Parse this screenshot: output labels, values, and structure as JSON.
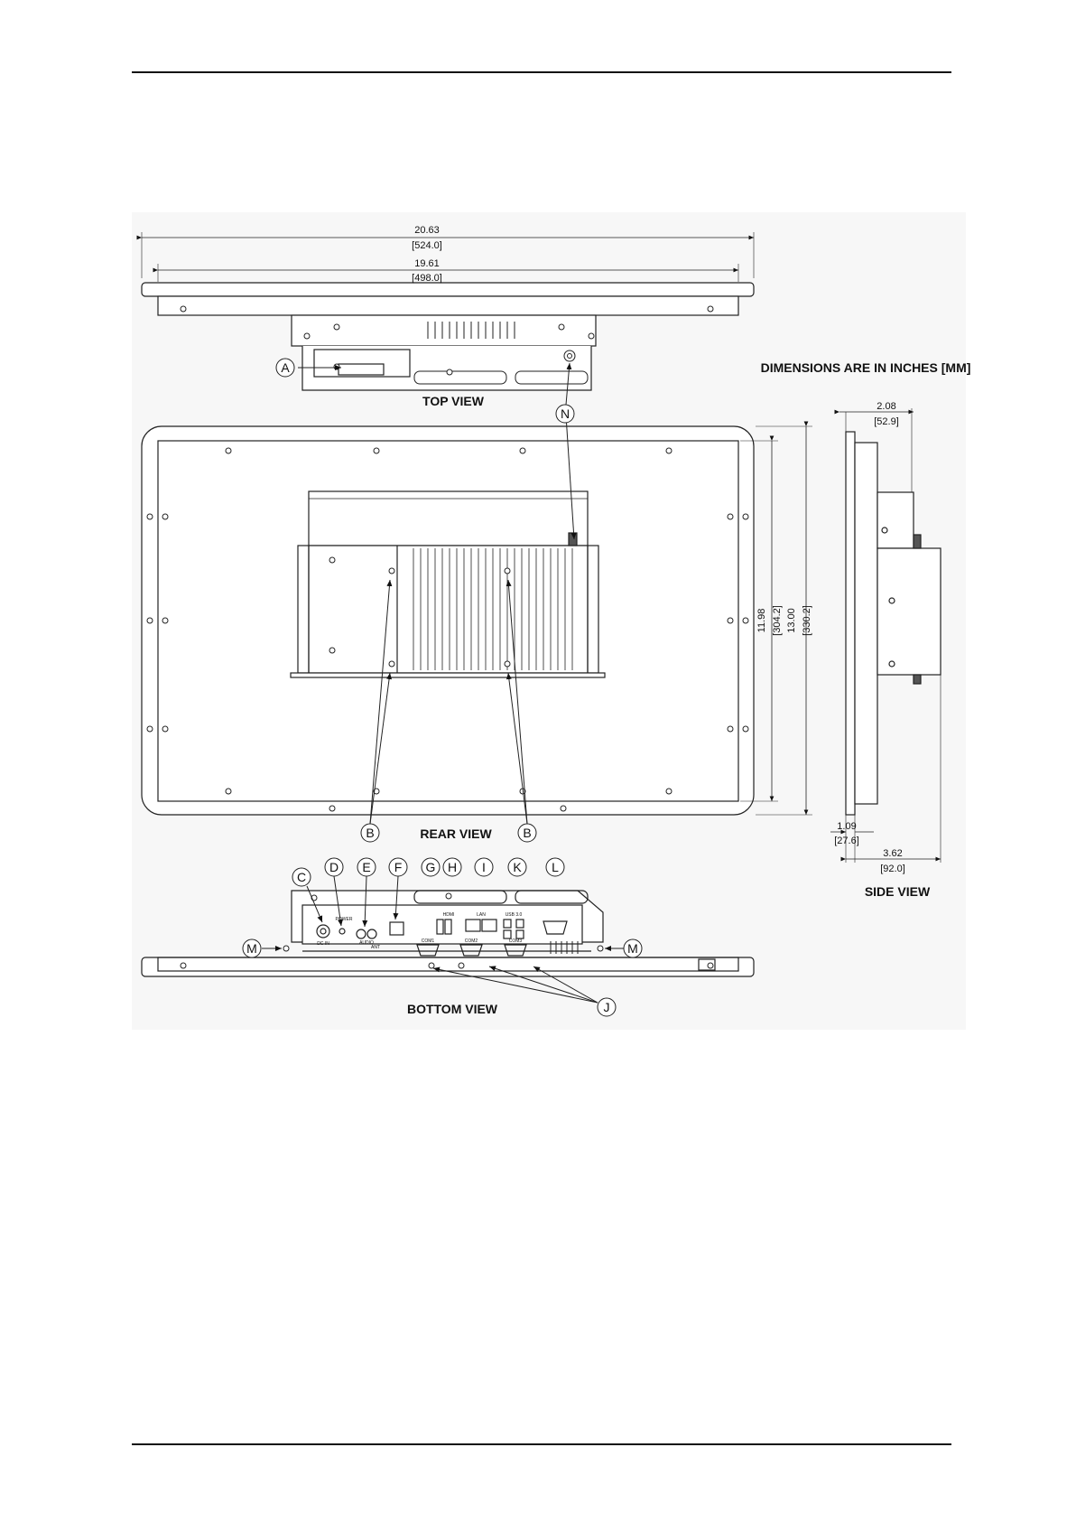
{
  "notes": {
    "dimensions": "DIMENSIONS ARE IN INCHES [MM]"
  },
  "views": {
    "top": "TOP VIEW",
    "rear": "REAR VIEW",
    "side": "SIDE VIEW",
    "bottom": "BOTTOM VIEW"
  },
  "dims": {
    "overall_width_in": "20.63",
    "overall_width_mm": "524.0",
    "inner_width_in": "19.61",
    "inner_width_mm": "498.0",
    "inner_height_in": "11.98",
    "inner_height_mm": "304.2",
    "overall_height_in": "13.00",
    "overall_height_mm": "330.2",
    "bezel_depth_in": "2.08",
    "bezel_depth_mm": "52.9",
    "frame_depth_in": "1.09",
    "frame_depth_mm": "27.6",
    "total_depth_in": "3.62",
    "total_depth_mm": "92.0"
  },
  "callouts": {
    "A": "A",
    "B": "B",
    "C": "C",
    "D": "D",
    "E": "E",
    "F": "F",
    "G": "G",
    "H": "H",
    "I": "I",
    "J": "J",
    "K": "K",
    "L": "L",
    "M": "M",
    "N": "N"
  },
  "port_labels": {
    "power": "POWER",
    "dc_in": "DC IN",
    "audio": "AUDIO",
    "ant": "ANT",
    "com1": "COM1",
    "com2": "COM2",
    "com3": "COM3",
    "hdmi": "HDMI",
    "lan": "LAN",
    "usb": "USB 3.0"
  }
}
